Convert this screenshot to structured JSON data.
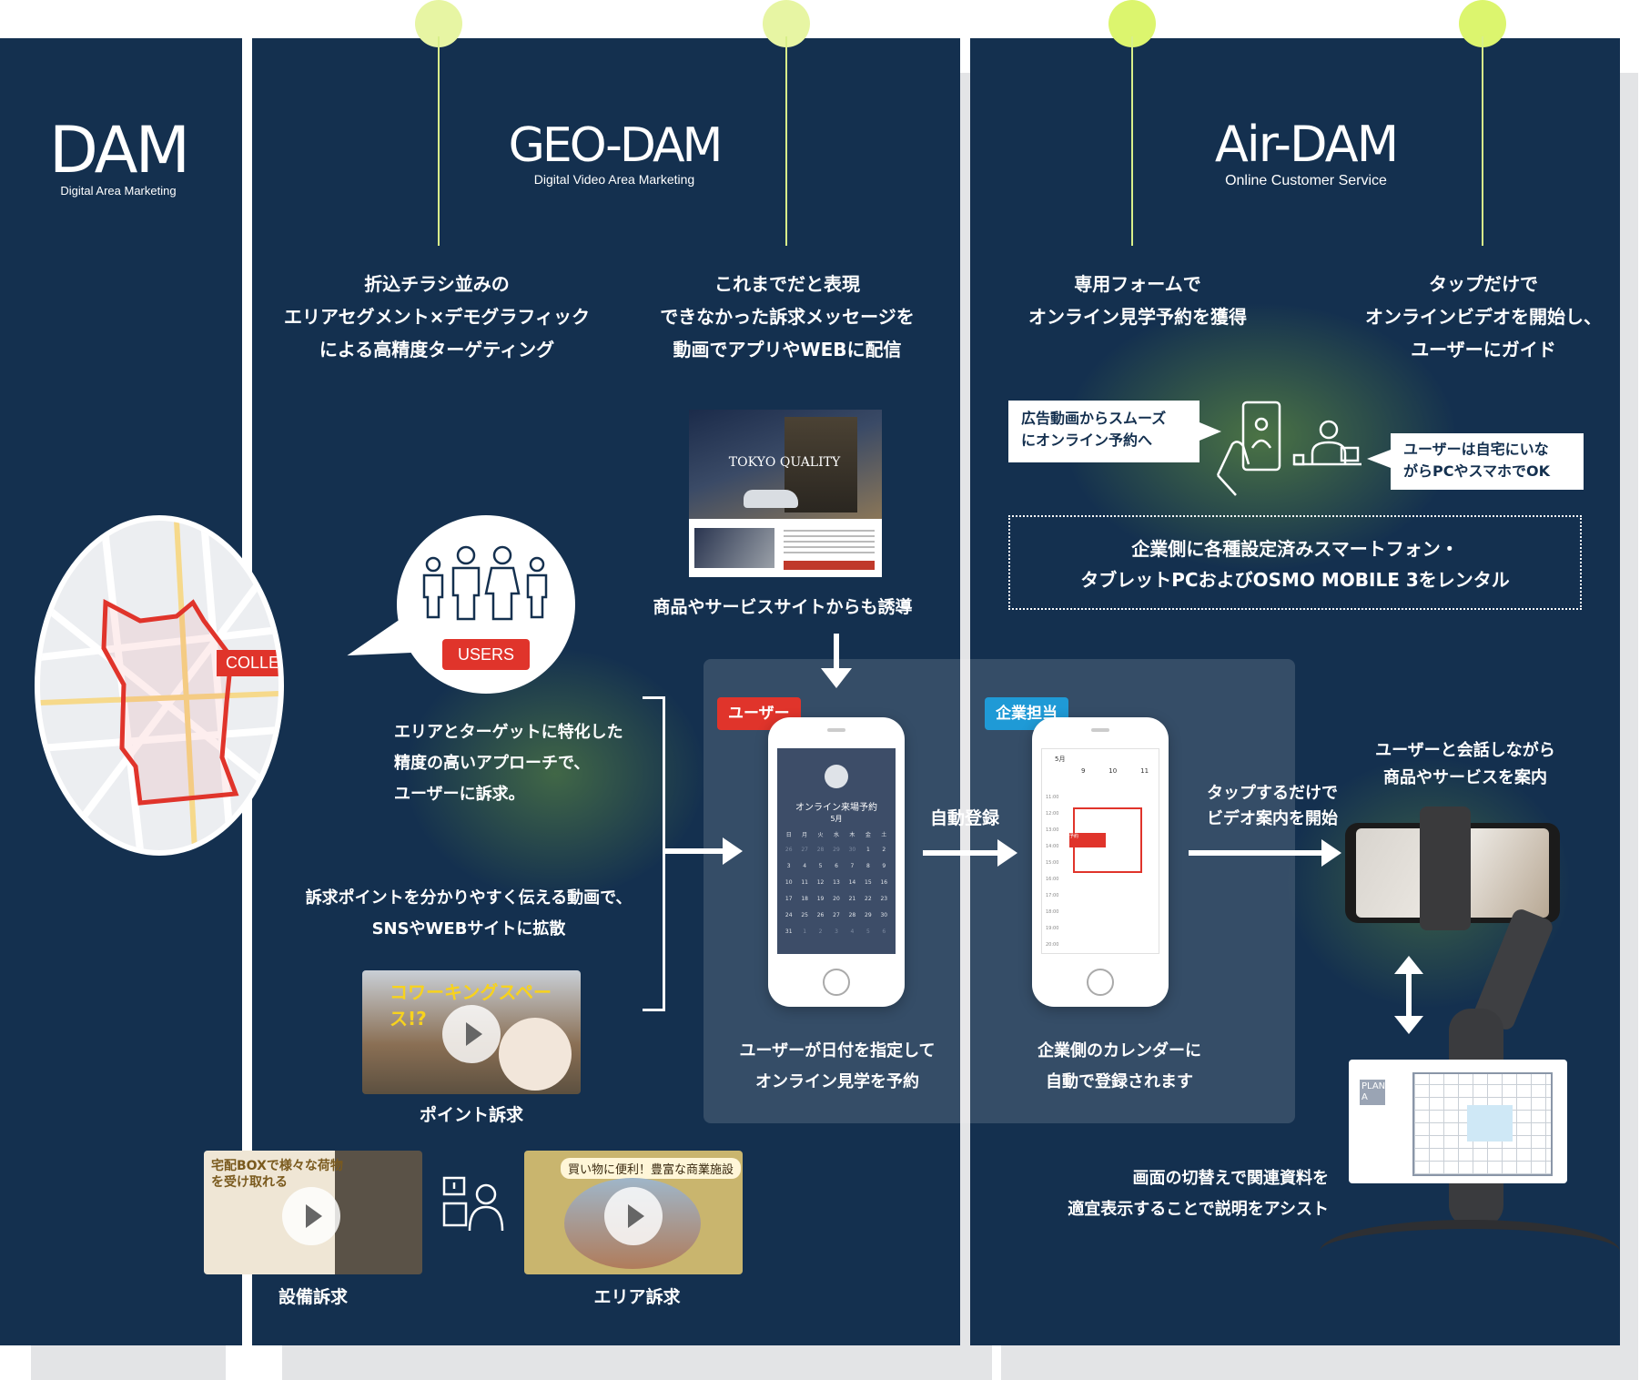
{
  "colors": {
    "panel": "#14304f",
    "accent_dot": "#dcf56e",
    "badge_red": "#e0342b",
    "badge_blue": "#1f9ad6",
    "shadow": "#e3e4e6"
  },
  "dam": {
    "logo": "DAM",
    "subtitle": "Digital Area Marketing"
  },
  "geodam": {
    "logo": "GEO-DAM",
    "subtitle": "Digital Video Area Marketing",
    "col1_caption": [
      "折込チラシ並みの",
      "エリアセグメント×デモグラフィック",
      "による高精度ターゲティング"
    ],
    "col2_caption": [
      "これまでだと表現",
      "できなかった訴求メッセージを",
      "動画でアプリやWEBに配信"
    ],
    "site_caption": "商品やサービスサイトからも誘導",
    "site_thumb_title": "TOKYO QUALITY",
    "map_label": "COLLECT",
    "users_label": "USERS",
    "area_text": [
      "エリアとターゲットに特化した",
      "精度の高いアプローチで、",
      "ユーザーに訴求。"
    ],
    "video_text": [
      "訴求ポイントを分かりやすく伝える動画で、",
      "SNSやWEBサイトに拡散"
    ],
    "point_label": "ポイント訴求",
    "point_thumb_title": "コワーキングスペース!?",
    "facility_label": "設備訴求",
    "facility_thumb_title": "宅配BOXで様々な荷物を受け取れる",
    "area_label": "エリア訴求",
    "area_thumb_title": "買い物に便利！豊富な商業施設"
  },
  "airdam": {
    "logo": "Air-DAM",
    "subtitle": "Online Customer Service",
    "col1_caption": [
      "専用フォームで",
      "オンライン見学予約を獲得"
    ],
    "col2_caption": [
      "タップだけで",
      "オンラインビデオを開始し、",
      "ユーザーにガイド"
    ],
    "bubble_left": [
      "広告動画からスムーズ",
      "にオンライン予約へ"
    ],
    "bubble_right": [
      "ユーザーは自宅にいな",
      "がらPCやスマホでOK"
    ],
    "rental_text": [
      "企業側に各種設定済みスマートフォン・",
      "タブレットPCおよびOSMO MOBILE 3をレンタル"
    ],
    "user_badge": "ユーザー",
    "company_badge": "企業担当",
    "auto_register": "自動登録",
    "user_phone_caption": [
      "ユーザーが日付を指定して",
      "オンライン見学を予約"
    ],
    "company_phone_caption": [
      "企業側のカレンダーに",
      "自動で登録されます"
    ],
    "tap_text": [
      "タップするだけで",
      "ビデオ案内を開始"
    ],
    "guide_text": [
      "ユーザーと会話しながら",
      "商品やサービスを案内"
    ],
    "switch_text": [
      "画面の切替えで関連資料を",
      "適宜表示することで説明をアシスト"
    ],
    "plan_label": "PLAN A"
  },
  "user_phone": {
    "title": "オンライン来場予約",
    "month": "5月",
    "weekdays": [
      "日",
      "月",
      "火",
      "水",
      "木",
      "金",
      "土"
    ],
    "days": [
      "26",
      "27",
      "28",
      "29",
      "30",
      "1",
      "2",
      "3",
      "4",
      "5",
      "6",
      "7",
      "8",
      "9",
      "10",
      "11",
      "12",
      "13",
      "14",
      "15",
      "16",
      "17",
      "18",
      "19",
      "20",
      "21",
      "22",
      "23",
      "24",
      "25",
      "26",
      "27",
      "28",
      "29",
      "30",
      "31",
      "1",
      "2",
      "3",
      "4",
      "5",
      "6"
    ]
  },
  "company_phone": {
    "month": "5月",
    "days": [
      "9",
      "10",
      "11"
    ],
    "times": [
      "11:00",
      "12:00",
      "13:00",
      "14:00",
      "15:00",
      "16:00",
      "17:00",
      "18:00",
      "19:00",
      "20:00"
    ],
    "event": "予約"
  }
}
